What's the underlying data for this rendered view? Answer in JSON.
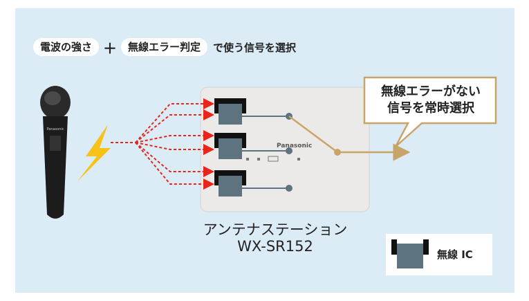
{
  "header": {
    "pill1": "電波の強さ",
    "plus": "＋",
    "pill2": "無線エラー判定",
    "suffix": "で使う信号を選択"
  },
  "callout": {
    "line1": "無線エラーがない",
    "line2": "信号を常時選択"
  },
  "station": {
    "name_jp": "アンテナステーション",
    "model": "WX-SR152",
    "brand": "Panasonic"
  },
  "microphone": {
    "brand": "Panasonic"
  },
  "legend": {
    "label": "無線 IC"
  },
  "colors": {
    "background": "#dcecf7",
    "signal_red": "#e8241c",
    "gold_line": "#c8a468",
    "module_gray": "#5e7380",
    "lightning": "#f6c118"
  }
}
